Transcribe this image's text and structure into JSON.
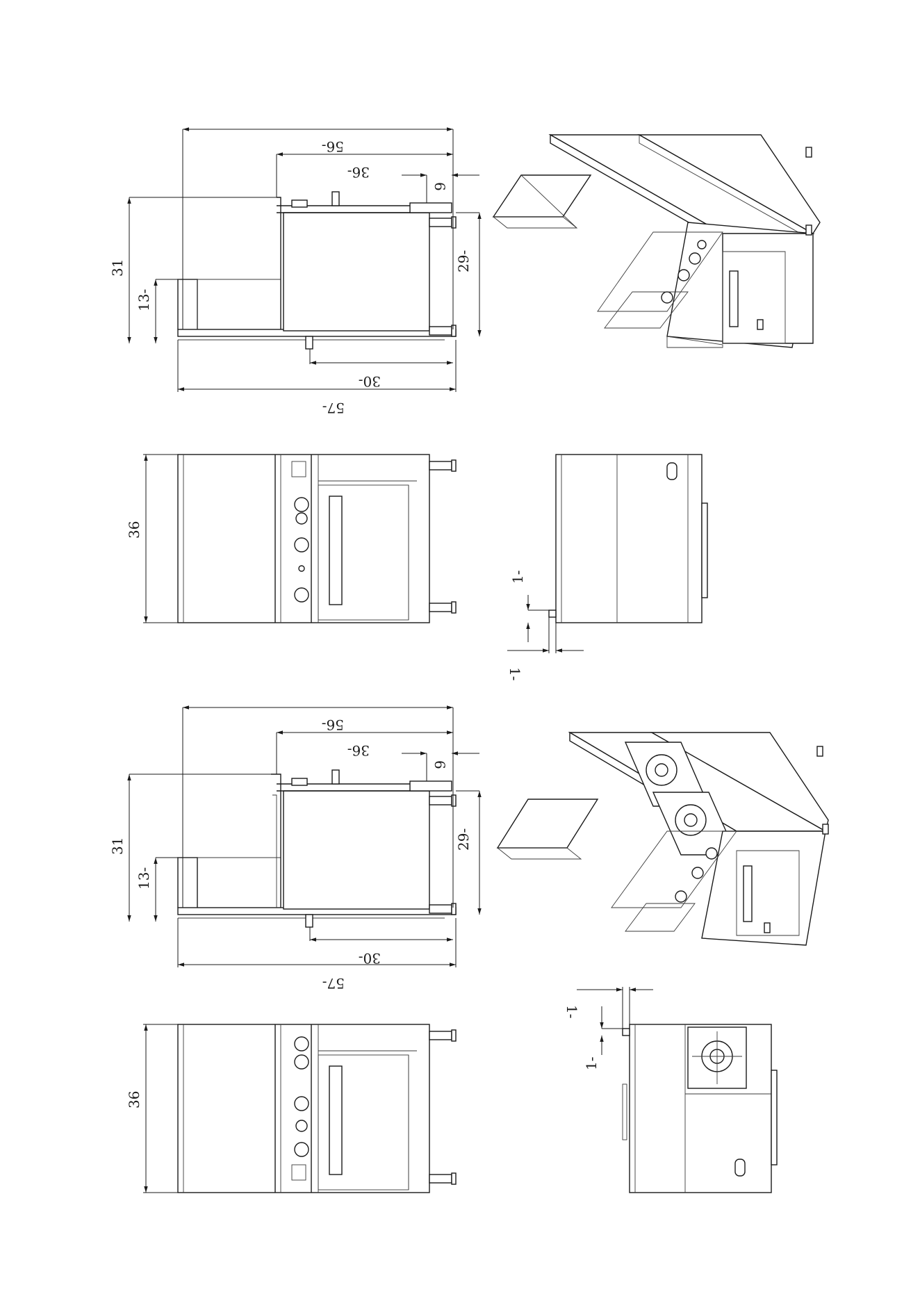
{
  "colors": {
    "ink": "#1a1a1a",
    "paper": "#ffffff"
  },
  "views": {
    "top_side": {
      "dim_overall_top": "56-",
      "dim_body_top": "36-",
      "dim_backsplash": "6",
      "dim_height_total": "31",
      "dim_shelf_height": "13-",
      "dim_body_height": "29-",
      "dim_foot_depth": "30-",
      "dim_overall_bottom": "57-"
    },
    "top_front": {
      "dim_width": "36"
    },
    "top_end": {
      "dim_small_a": "1-",
      "dim_small_b": "1-"
    },
    "bottom_side": {
      "dim_overall_top": "56-",
      "dim_body_top": "36-",
      "dim_backsplash": "6",
      "dim_height_total": "31",
      "dim_shelf_height": "13-",
      "dim_body_height": "29-",
      "dim_foot_depth": "30-",
      "dim_overall_bottom": "57-"
    },
    "bottom_front": {
      "dim_width": "36"
    },
    "bottom_end": {
      "dim_small_a": "1-",
      "dim_small_b": "1-"
    }
  }
}
